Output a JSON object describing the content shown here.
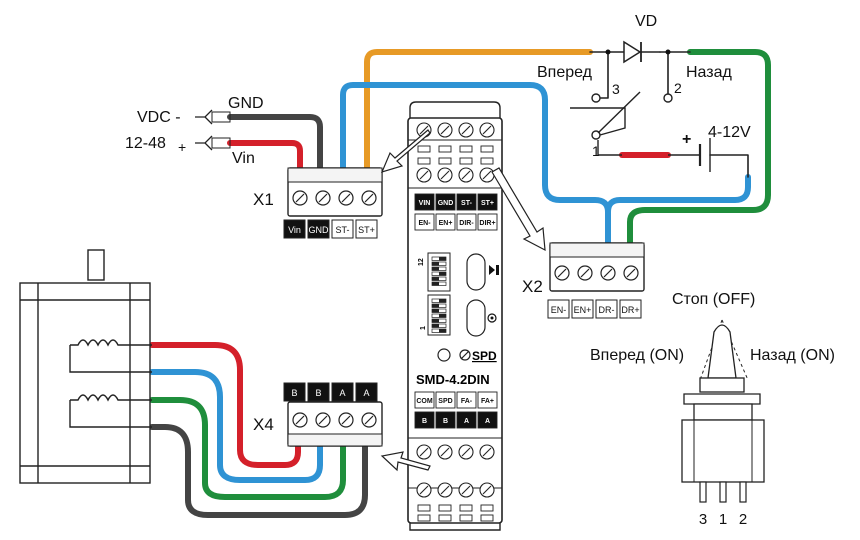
{
  "colors": {
    "red": "#d4202a",
    "blue": "#2f93d4",
    "green": "#1f8e3c",
    "orange": "#e79a26",
    "gray": "#444444",
    "outline": "#222222",
    "label_bg": "#111111"
  },
  "power": {
    "vdc_minus": "VDC -",
    "voltage_range": "12-48",
    "plus_sign": "+",
    "gnd": "GND",
    "vin": "Vin"
  },
  "connectors": {
    "x1": "X1",
    "x2": "X2",
    "x4": "X4",
    "x1_pins": [
      "Vin",
      "GND",
      "ST-",
      "ST+"
    ],
    "x2_pins": [
      "EN-",
      "EN+",
      "DR-",
      "DR+"
    ],
    "x4_pins": [
      "B",
      "B",
      "A",
      "A"
    ]
  },
  "device": {
    "name": "SMD-4.2DIN",
    "top_labels_row1": [
      "VIN",
      "GND",
      "ST-",
      "ST+"
    ],
    "top_labels_row2": [
      "EN-",
      "EN+",
      "DIR-",
      "DIR+"
    ],
    "bottom_labels_row1": [
      "COM",
      "SPD",
      "FA-",
      "FA+"
    ],
    "bottom_labels_row2": [
      "B",
      "B",
      "A",
      "A"
    ],
    "spd_label": "SPD",
    "dip_top_number": "12",
    "dip_bottom_number": "1"
  },
  "control": {
    "vd": "VD",
    "forward": "Вперед",
    "backward": "Назад",
    "pos3": "3",
    "pos2": "2",
    "pos1": "1",
    "supply": "4-12V",
    "plus": "+"
  },
  "toggle": {
    "stop": "Стоп (OFF)",
    "forward_on": "Вперед (ON)",
    "backward_on": "Назад (ON)",
    "pins": [
      "3",
      "1",
      "2"
    ]
  }
}
